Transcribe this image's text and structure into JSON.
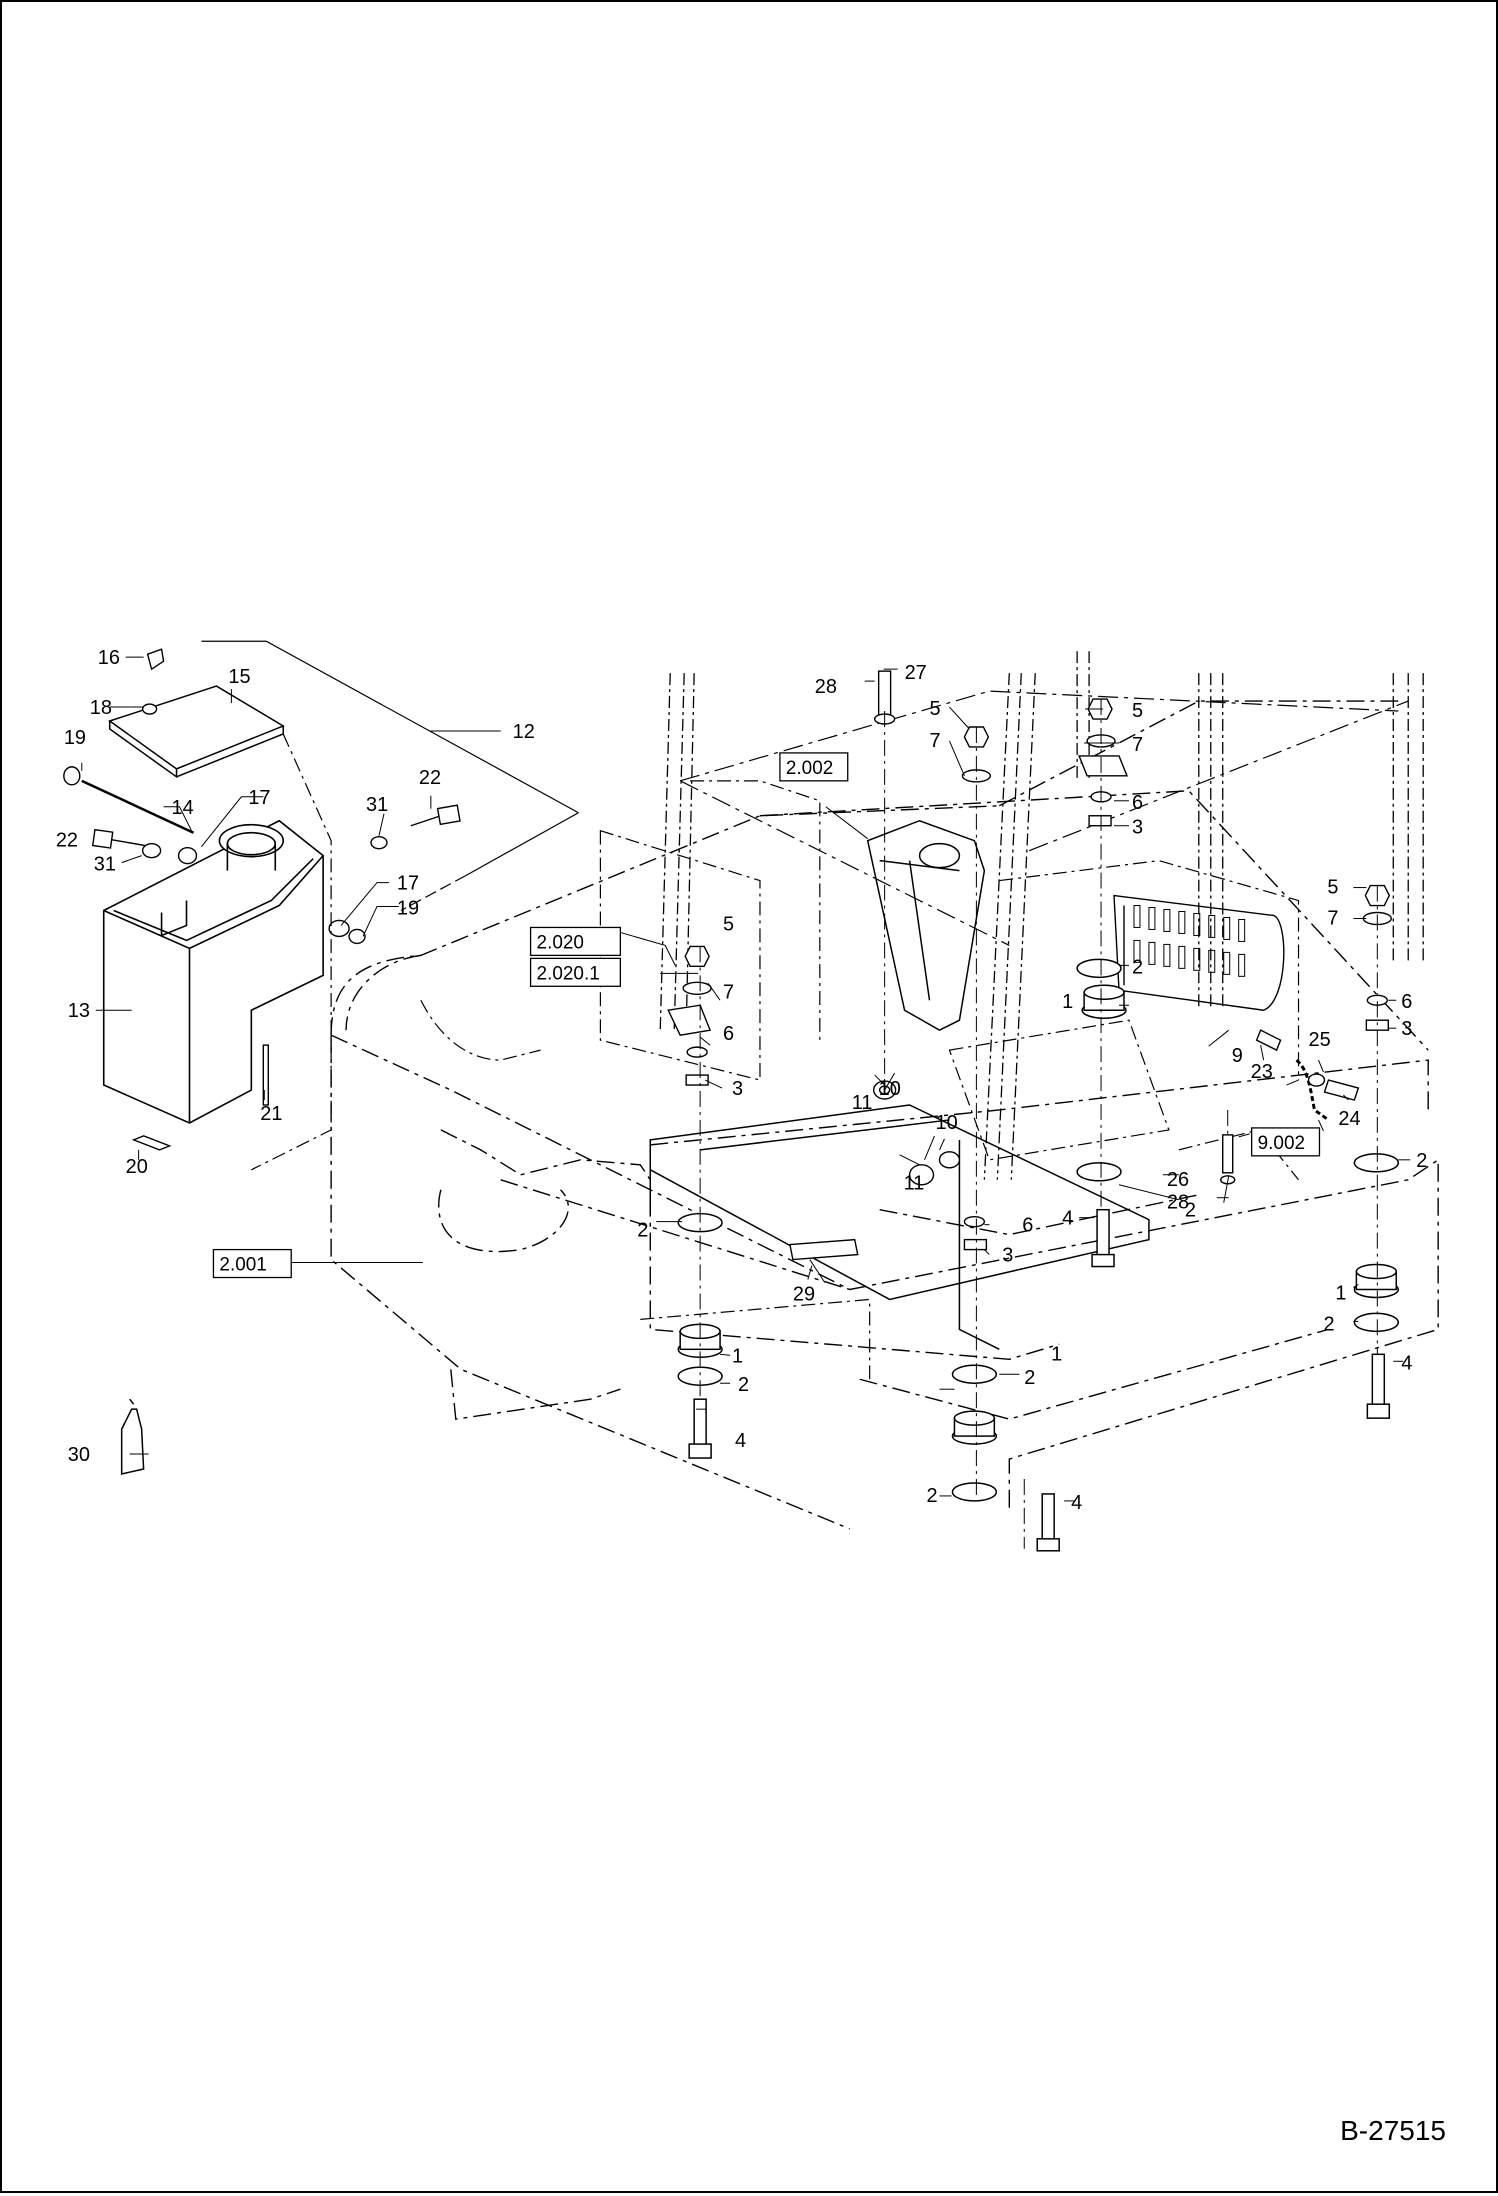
{
  "document": {
    "number": "B-27515"
  },
  "callouts": [
    {
      "label": "1"
    },
    {
      "label": "1"
    },
    {
      "label": "1"
    },
    {
      "label": "1"
    },
    {
      "label": "2"
    },
    {
      "label": "2"
    },
    {
      "label": "2"
    },
    {
      "label": "2"
    },
    {
      "label": "2"
    },
    {
      "label": "2"
    },
    {
      "label": "2"
    },
    {
      "label": "2"
    },
    {
      "label": "3"
    },
    {
      "label": "3"
    },
    {
      "label": "3"
    },
    {
      "label": "3"
    },
    {
      "label": "4"
    },
    {
      "label": "4"
    },
    {
      "label": "4"
    },
    {
      "label": "4"
    },
    {
      "label": "5"
    },
    {
      "label": "5"
    },
    {
      "label": "5"
    },
    {
      "label": "5"
    },
    {
      "label": "6"
    },
    {
      "label": "6"
    },
    {
      "label": "6"
    },
    {
      "label": "6"
    },
    {
      "label": "7"
    },
    {
      "label": "7"
    },
    {
      "label": "7"
    },
    {
      "label": "7"
    },
    {
      "label": "9"
    },
    {
      "label": "10"
    },
    {
      "label": "10"
    },
    {
      "label": "11"
    },
    {
      "label": "11"
    },
    {
      "label": "12"
    },
    {
      "label": "13"
    },
    {
      "label": "14"
    },
    {
      "label": "15"
    },
    {
      "label": "16"
    },
    {
      "label": "17"
    },
    {
      "label": "17"
    },
    {
      "label": "18"
    },
    {
      "label": "19"
    },
    {
      "label": "19"
    },
    {
      "label": "20"
    },
    {
      "label": "21"
    },
    {
      "label": "22"
    },
    {
      "label": "22"
    },
    {
      "label": "23"
    },
    {
      "label": "24"
    },
    {
      "label": "25"
    },
    {
      "label": "26"
    },
    {
      "label": "27"
    },
    {
      "label": "28"
    },
    {
      "label": "28"
    },
    {
      "label": "29"
    },
    {
      "label": "30"
    },
    {
      "label": "31"
    },
    {
      "label": "31"
    }
  ],
  "reference_boxes": [
    {
      "label": "2.002"
    },
    {
      "label": "2.020"
    },
    {
      "label": "2.020.1"
    },
    {
      "label": "9.002"
    },
    {
      "label": "2.001"
    }
  ]
}
